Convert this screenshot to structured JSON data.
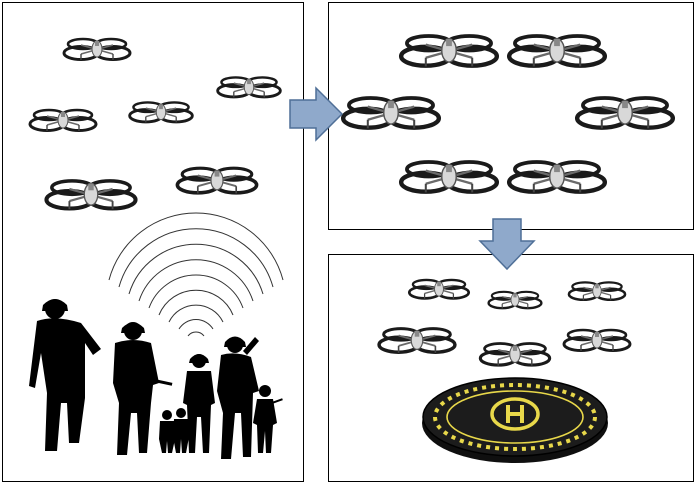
{
  "diagram": {
    "panels": [
      {
        "id": "panel-left",
        "content": "scattered-drones-and-soldiers",
        "drone_count": 6
      },
      {
        "id": "panel-top-right",
        "content": "drone-formation",
        "drone_count": 6
      },
      {
        "id": "panel-bottom-right",
        "content": "drones-and-landing-pad",
        "drone_count": 6
      }
    ],
    "arrows": [
      {
        "from": "panel-left",
        "to": "panel-top-right",
        "direction": "right"
      },
      {
        "from": "panel-top-right",
        "to": "panel-bottom-right",
        "direction": "down"
      }
    ],
    "colors": {
      "arrow_fill": "#8FA9CB",
      "arrow_stroke": "#4F6F97",
      "drone_dark": "#1a1a1a",
      "drone_body": "#d8d8d8",
      "silhouette": "#000000",
      "pad_yellow": "#E8D84A",
      "pad_dark": "#1c1c1c"
    },
    "icons": [
      "drone-icon",
      "signal-waves-icon",
      "soldier-silhouette-icon",
      "helipad-icon",
      "arrow-right-icon",
      "arrow-down-icon"
    ]
  }
}
